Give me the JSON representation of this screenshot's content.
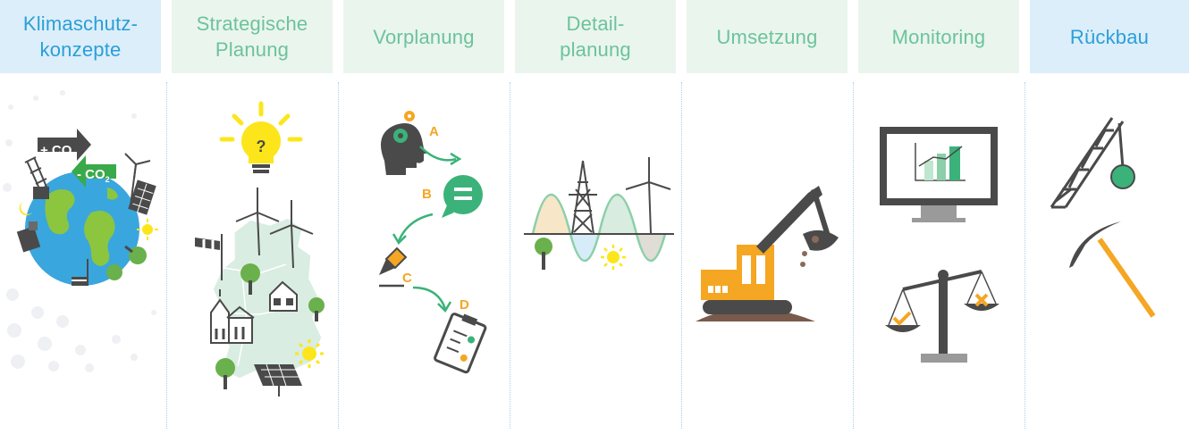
{
  "phases": [
    {
      "line1": "Klimaschutz-",
      "line2": "konzepte"
    },
    {
      "line1": "Strategische",
      "line2": "Planung"
    },
    {
      "line1": "Vorplanung",
      "line2": ""
    },
    {
      "line1": "Detail-",
      "line2": "planung"
    },
    {
      "line1": "Umsetzung",
      "line2": ""
    },
    {
      "line1": "Monitoring",
      "line2": ""
    },
    {
      "line1": "Rückbau",
      "line2": ""
    }
  ],
  "illustrations": {
    "klimaschutz": {
      "plus_co2": "+ CO",
      "minus_co2": "- CO",
      "subscript": "2"
    },
    "strategie": {
      "bulb_symbol": "?"
    },
    "vorplanung": {
      "step_a": "A",
      "step_b": "B",
      "step_c": "C",
      "step_d": "D"
    }
  },
  "colors": {
    "header_blue_bg": "#dceefa",
    "header_blue_text": "#2a9fd8",
    "header_green_bg": "#eaf5ee",
    "header_green_text": "#6cc39a",
    "accent_orange": "#f5a623",
    "accent_green": "#3bb27a",
    "accent_yellow": "#fce61b"
  },
  "icons": [
    "earth-icon",
    "lightbulb-icon",
    "germany-map-icon",
    "head-gears-icon",
    "speech-bubble-icon",
    "pencil-icon",
    "clipboard-icon",
    "power-pylon-icon",
    "wind-turbine-icon",
    "sun-icon",
    "excavator-icon",
    "monitor-chart-icon",
    "balance-scale-icon",
    "wrecking-crane-icon",
    "pickaxe-icon"
  ]
}
